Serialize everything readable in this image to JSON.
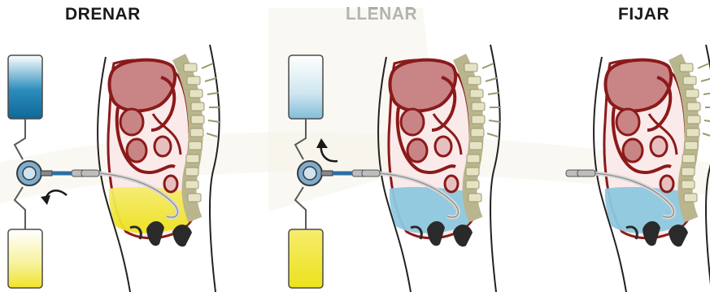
{
  "titles": {
    "drain": "DRENAR",
    "fill": "LLENAR",
    "dwell": "FIJAR"
  },
  "colors": {
    "organ_fill": "#c77b7b",
    "organ_outline": "#8b1a1a",
    "spine": "#e6e3c4",
    "bag_blue": "#1e7fb0",
    "bag_yellow": "#f2e41a",
    "fluid_blue": "#8ec8de",
    "fluid_yellow": "#f2ec74",
    "line": "#5a5a5a"
  },
  "icons": {
    "drain_arrow": "arrow-curved-down-left-icon",
    "fill_arrow": "arrow-curved-up-left-icon"
  }
}
